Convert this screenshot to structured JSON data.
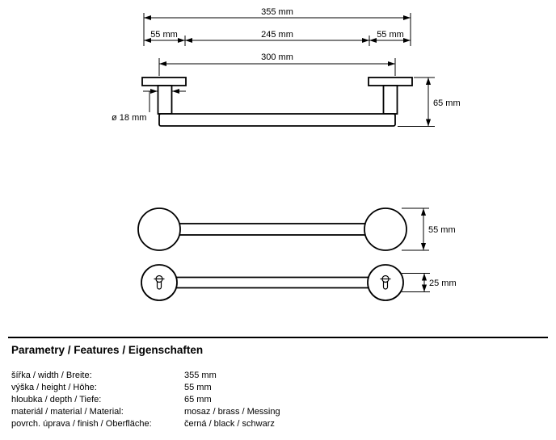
{
  "drawing": {
    "side_view": {
      "dim_total": "355 mm",
      "dim_left_plate": "55 mm",
      "dim_center": "245 mm",
      "dim_right_plate": "55 mm",
      "dim_bar_length": "300 mm",
      "dim_post_diameter": "ø 18 mm",
      "dim_depth": "65 mm"
    },
    "front_view": {
      "dim_plate_height": "55 mm"
    },
    "top_view": {
      "dim_bar_depth": "25 mm"
    }
  },
  "specs": {
    "heading": "Parametry / Features / Eigenschaften",
    "rows": [
      {
        "label": "šířka / width / Breite:",
        "value": "355 mm"
      },
      {
        "label": "výška / height / Höhe:",
        "value": "55 mm"
      },
      {
        "label": "hloubka / depth / Tiefe:",
        "value": "65 mm"
      },
      {
        "label": "materiál / material / Material:",
        "value": "mosaz / brass / Messing"
      },
      {
        "label": "povrch. úprava / finish / Oberfläche:",
        "value": "černá / black / schwarz"
      }
    ]
  }
}
